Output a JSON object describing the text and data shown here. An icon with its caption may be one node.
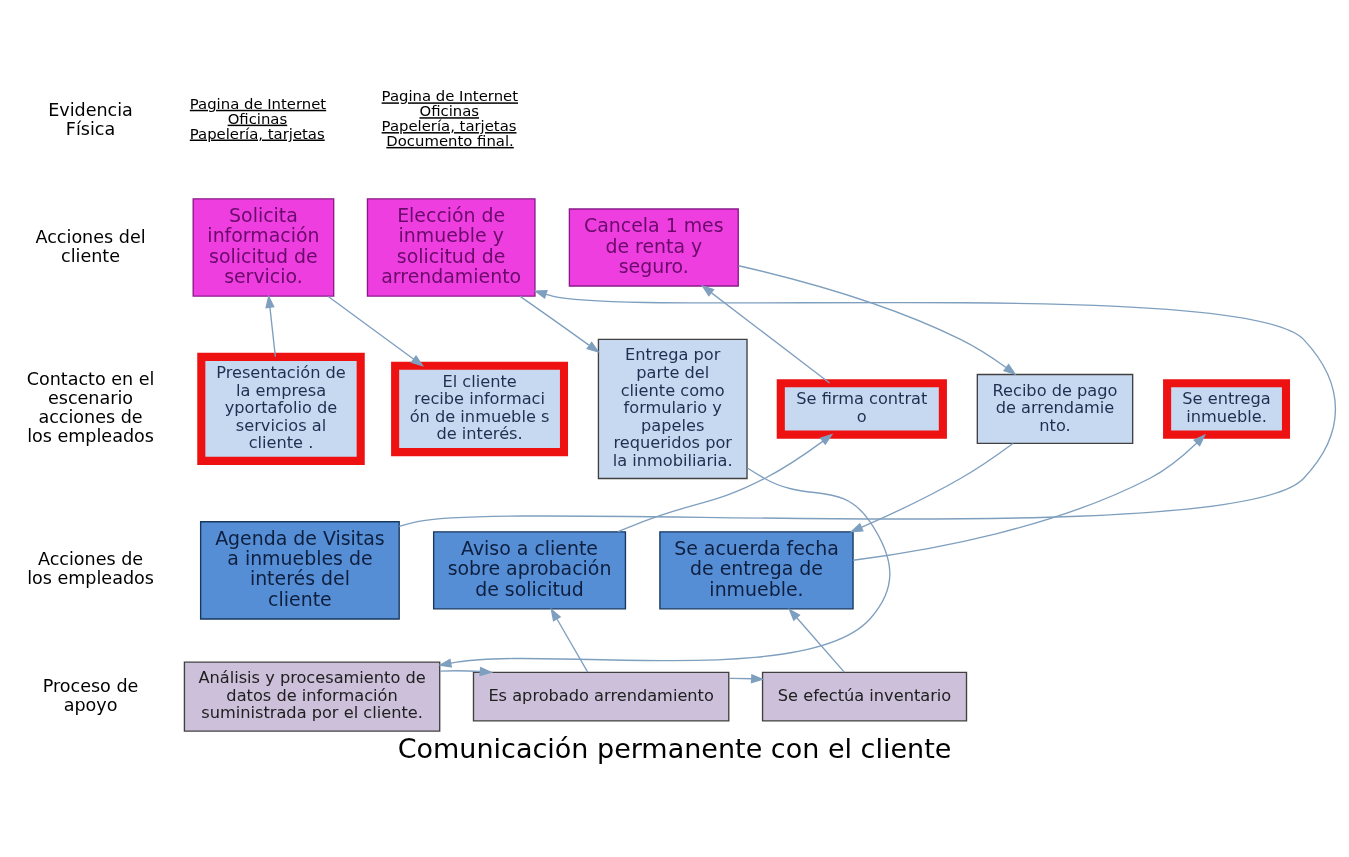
{
  "diagram": {
    "caption": "Comunicación permanente con el cliente",
    "nodes": [
      {
        "text": [
          "Solicita información solicitud de servicio."
        ],
        "beside": [
          "Pagina de Internet",
          "Oficinas",
          "Papelería, tarjetas"
        ]
      },
      {
        "text": [
          "Elección de inmueble y solicitud de arrendamiento"
        ]
      },
      {
        "text": [
          "Cancela 1 mes de renta y seguro."
        ],
        "beside": [
          "Pagina de Internet",
          "Oficinas",
          "Papelería, tarjetas",
          "Documento final."
        ]
      },
      {
        "text": [
          "Presentación de la empresa yportafolio de servicios al cliente ."
        ]
      },
      {
        "text": [
          "El cliente recibe informaci ón de inmueble s de interés."
        ]
      },
      {
        "text": [
          "Entrega por parte del cliente como formulario y papeles requeridos por la inmobiliaria."
        ]
      },
      {
        "text": [
          "Se firma contrat o"
        ]
      },
      {
        "text": [
          "Recibo de pago de arrendamie nto."
        ]
      },
      {
        "text": [
          "Se entrega inmueble."
        ]
      },
      {
        "text": [
          "Agenda de Visitas a inmuebles de interés del cliente"
        ]
      },
      {
        "text": [
          "Aviso a cliente sobre aprobación de solicitud"
        ]
      },
      {
        "text": [
          "Se acuerda fecha de entrega de inmueble."
        ]
      },
      {
        "text": [
          "Análisis y procesamiento de datos de información suministrada por el cliente."
        ]
      },
      {
        "text": [
          "Es aprobado arrendamiento"
        ]
      },
      {
        "text": [
          "Se efectúa inventario"
        ]
      }
    ],
    "edges": [
      {
        "from": 3,
        "to": 0,
        "arrow": "to"
      },
      {
        "from": 0,
        "to": 4,
        "arrow": "to"
      },
      {
        "from": 9,
        "to": 1,
        "arrow": "to"
      },
      {
        "from": 1,
        "to": 5,
        "arrow": "to"
      },
      {
        "from": 5,
        "to": 12,
        "arrow": "to"
      },
      {
        "from": 12,
        "to": 13,
        "arrow": "to"
      },
      {
        "from": 13,
        "to": 10,
        "arrow": "to"
      },
      {
        "from": 10,
        "to": 6,
        "arrow": "to"
      },
      {
        "from": 6,
        "to": 2,
        "arrow": "to"
      },
      {
        "from": 2,
        "to": 7,
        "arrow": "to"
      },
      {
        "from": 7,
        "to": 11,
        "arrow": "to"
      },
      {
        "from": 13,
        "to": 14,
        "arrow": "to"
      },
      {
        "from": 14,
        "to": 11,
        "arrow": "to"
      },
      {
        "from": 11,
        "to": 8,
        "arrow": "to"
      }
    ],
    "labels": [
      "Evidencia Física",
      "Acciones del cliente",
      "Contacto en el escenario acciones de los empleados",
      "Acciones de los empleados",
      "Proceso de apoyo"
    ]
  }
}
